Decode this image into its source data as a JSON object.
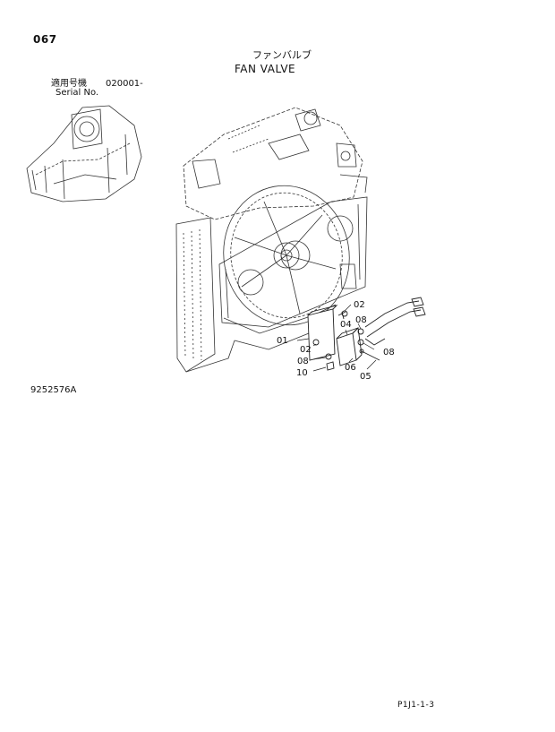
{
  "header": {
    "page_number": "067",
    "title_jp": "ファンバルブ",
    "title_en": "FAN VALVE",
    "serial_label_jp": "適用号機",
    "serial_range": "020001-",
    "serial_label_en": "Serial No."
  },
  "diagram": {
    "callouts": [
      "01",
      "02",
      "02",
      "04",
      "05",
      "06",
      "08",
      "08",
      "08",
      "10"
    ],
    "drawing_number": "9252576A"
  },
  "footer": {
    "page_code": "P1J1-1-3"
  }
}
